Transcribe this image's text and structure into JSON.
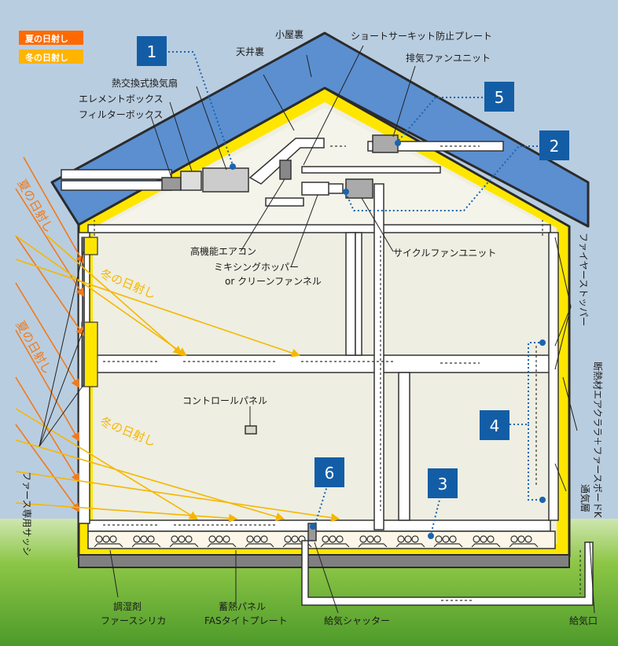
{
  "legend": {
    "summer": {
      "label": "夏の日射し",
      "color": "#ff6a00"
    },
    "winter": {
      "label": "冬の日射し",
      "color": "#ffb400"
    }
  },
  "labels": {
    "attic": "小屋裏",
    "ceiling_space": "天井裏",
    "short_circuit_plate": "ショートサーキット防止プレート",
    "exhaust_fan_unit": "排気ファンユニット",
    "heat_exchanger": "熱交換式換気扇",
    "element_box": "エレメントボックス",
    "filter_box": "フィルターボックス",
    "hi_aircon": "高機能エアコン",
    "cycle_fan_unit": "サイクルファンユニット",
    "mixing_hopper_1": "ミキシングホッパー",
    "mixing_hopper_2": "or クリーンファンネル",
    "fire_stopper": "ファイヤーストッパー",
    "insulation": "断熱材エアクララ＋ファースボードK",
    "control_panel": "コントロールパネル",
    "vent_layer": "通気層",
    "sash": "ファース専用サッシ",
    "humidity_agent_1": "調湿剤",
    "humidity_agent_2": "ファースシリカ",
    "heat_panel_1": "蓄熱パネル",
    "heat_panel_2": "FASタイトプレート",
    "supply_shutter": "給気シャッター",
    "supply_inlet": "給気口"
  },
  "sun_labels": {
    "summer": "夏の日射し",
    "winter": "冬の日射し"
  },
  "badges": [
    "1",
    "2",
    "3",
    "4",
    "5",
    "6"
  ],
  "colors": {
    "background": "#b9cde0",
    "roof": "#5b8fd0",
    "insulation": "#ffe600",
    "wall": "#ffffff",
    "interior": "#eeeee2",
    "grass": "#7fbf3e",
    "badge": "#135da6",
    "leader": "#1a64b0"
  }
}
